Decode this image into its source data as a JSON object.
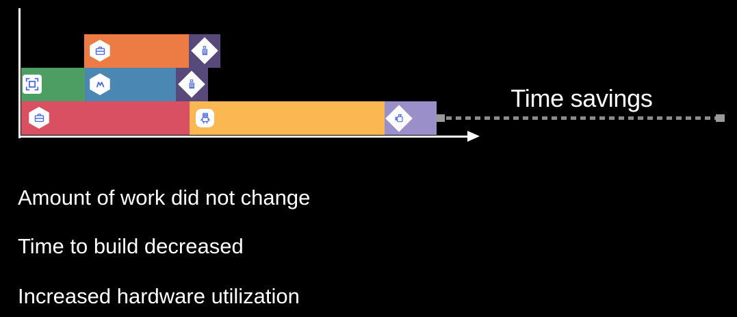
{
  "chart": {
    "label_time_savings": "Time savings",
    "axis_color": "#FFFFFF",
    "dashed_line_color": "#8C8C8C",
    "icon_accent_color": "#4D6BE3",
    "rows": [
      {
        "name": "build-row-top",
        "segments": [
          {
            "color": "#ED7C44",
            "icon": "briefcase-hexagon-icon"
          },
          {
            "color": "#57497A",
            "icon": "building-diamond-icon"
          }
        ]
      },
      {
        "name": "build-row-middle",
        "segments": [
          {
            "color": "#4C9E63",
            "icon": "frame-square-icon"
          },
          {
            "color": "#4A87B2",
            "icon": "m-logo-hexagon-icon"
          },
          {
            "color": "#57497A",
            "icon": "building-diamond-icon"
          }
        ]
      },
      {
        "name": "build-row-bottom",
        "segments": [
          {
            "color": "#D95062",
            "icon": "briefcase-hexagon-icon"
          },
          {
            "color": "#FBB751",
            "icon": "robot-square-icon"
          },
          {
            "color": "#9A8FC8",
            "icon": "camera-diamond-icon"
          }
        ]
      }
    ]
  },
  "bullets": [
    "Amount of work did not change",
    "Time to build decreased",
    "Increased hardware utilization"
  ]
}
